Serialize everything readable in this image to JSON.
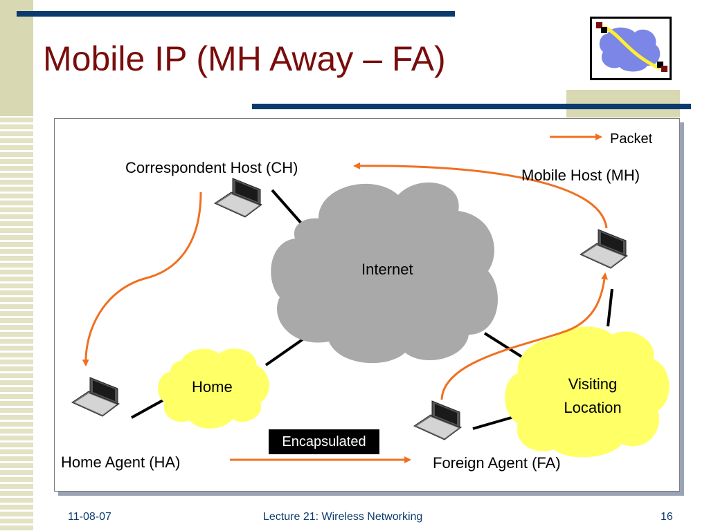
{
  "slide": {
    "title": "Mobile IP (MH Away – FA)"
  },
  "diagram": {
    "legend_label": "Packet",
    "internet_label": "Internet",
    "home_label": "Home",
    "visiting_label": "Visiting Location",
    "ch_label": "Correspondent Host (CH)",
    "mh_label": "Mobile Host (MH)",
    "ha_label": "Home Agent (HA)",
    "fa_label": "Foreign Agent (FA)",
    "encapsulated_label": "Encapsulated"
  },
  "colors": {
    "title": "#7a0c0c",
    "accent_bar": "#0b3a6e",
    "packet_arrow": "#f07020",
    "internet_cloud": "#a9a9a9",
    "local_cloud": "#ffff66"
  },
  "footer": {
    "date": "11-08-07",
    "center": "Lecture 21: Wireless Networking",
    "page": "16"
  }
}
